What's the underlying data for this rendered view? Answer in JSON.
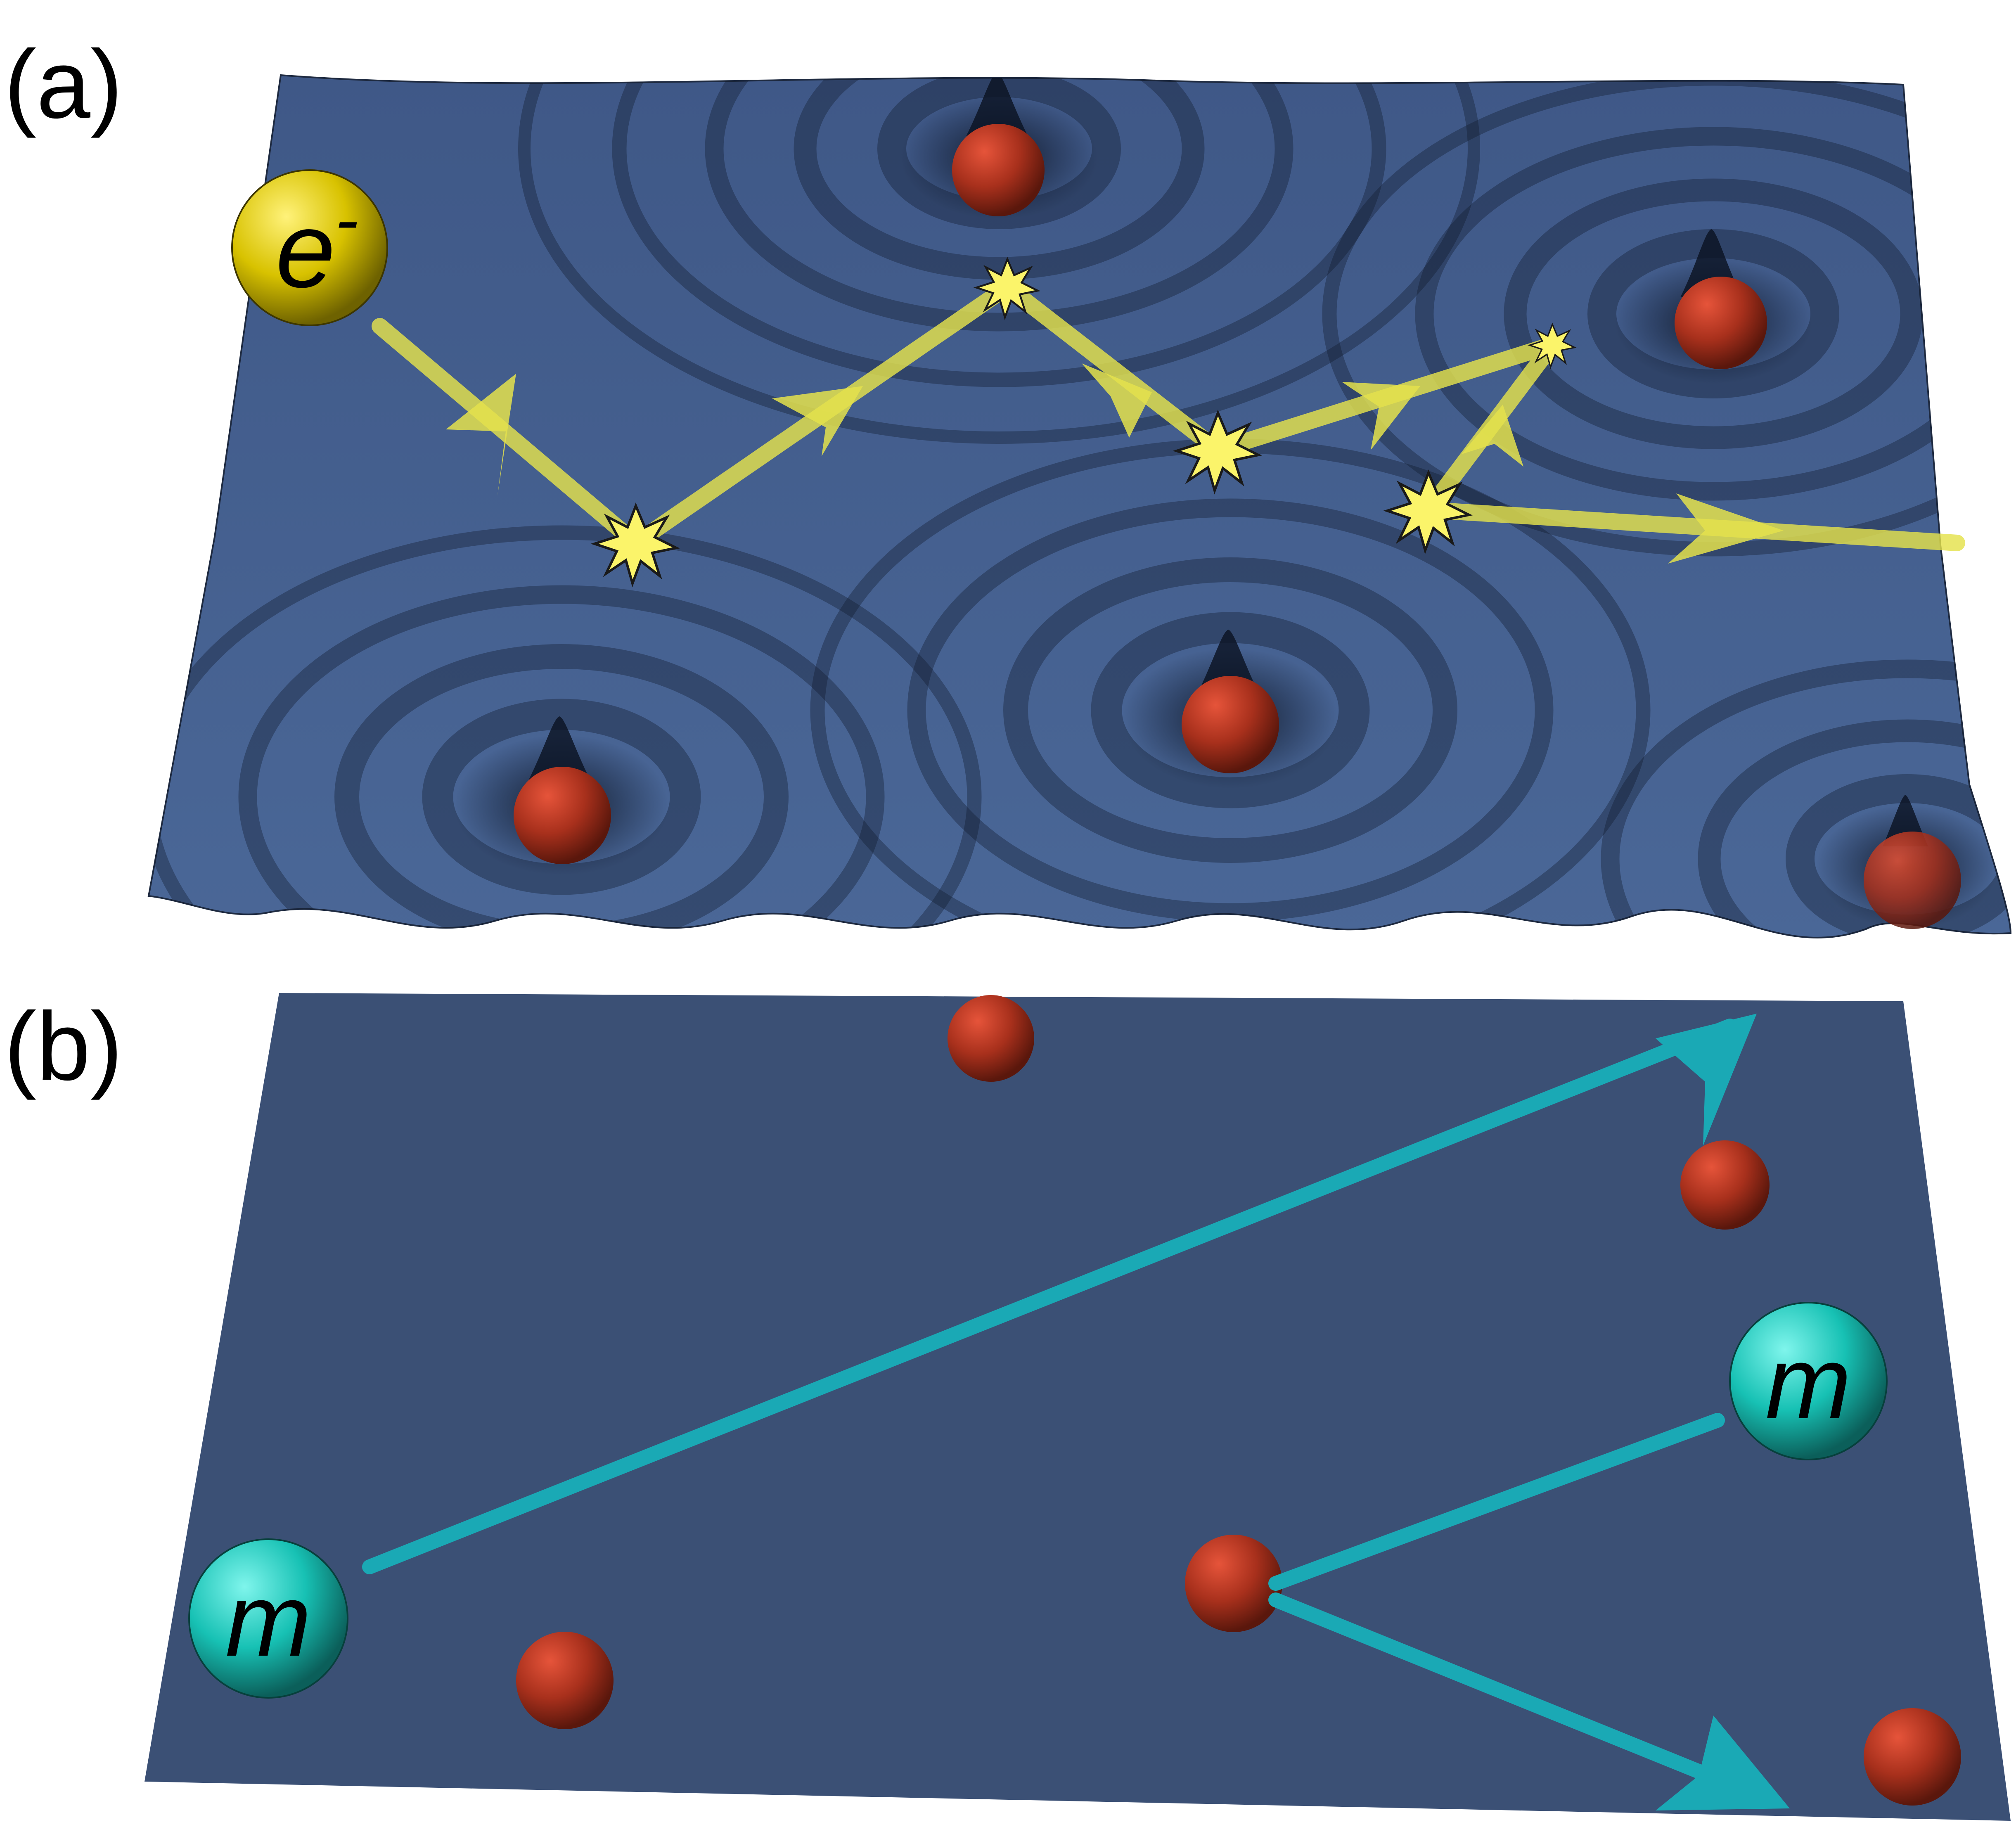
{
  "panel_a": {
    "label": "(a)",
    "electron": {
      "symbol": "e",
      "superscript": "-"
    }
  },
  "panel_b": {
    "label": "(b)",
    "particle_1": {
      "symbol": "m"
    },
    "particle_2": {
      "symbol": "m"
    }
  },
  "colors": {
    "surface_a": "#44608f",
    "surface_b": "#3b5075",
    "trajectory_a": "#e4e24c",
    "trajectory_b": "#1aa9b5",
    "impurity": "#c0391f",
    "electron": "#d8c200",
    "massive_particle": "#17c1b4"
  }
}
